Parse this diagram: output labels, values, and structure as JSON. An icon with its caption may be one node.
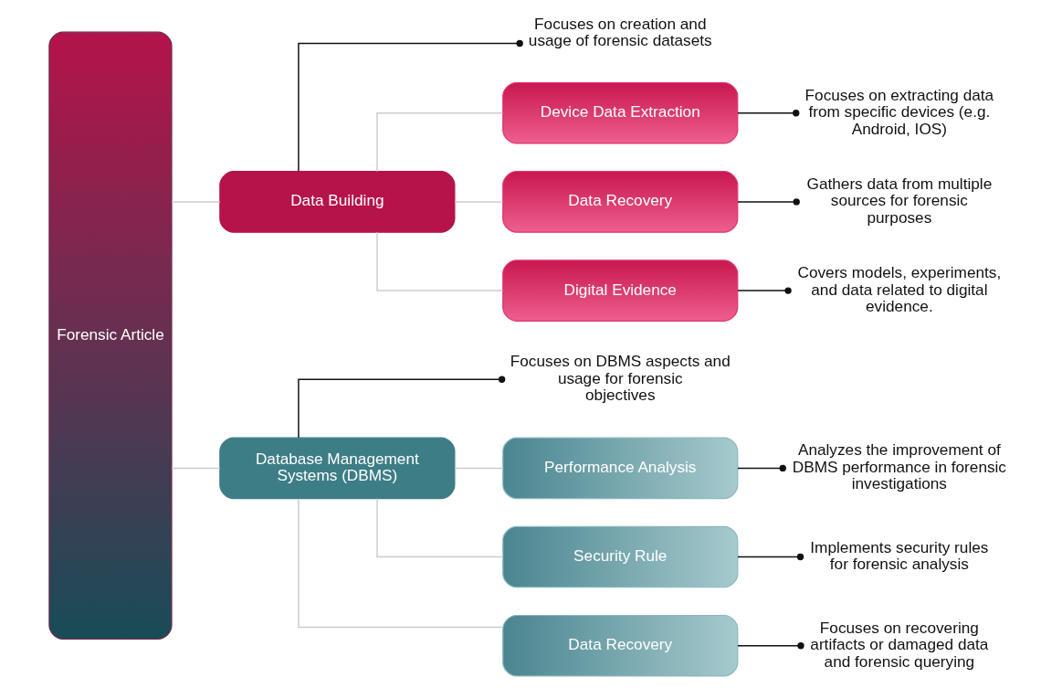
{
  "diagram": {
    "nodes": [
      {
        "text": [
          "Forensic Article"
        ]
      },
      {
        "text": [
          "Data Building"
        ]
      },
      {
        "text": [
          "Database Management Systems (DBMS)"
        ]
      },
      {
        "text": [
          "Focuses on creation and usage of forensic datasets"
        ]
      },
      {
        "text": [
          "Focuses on DBMS aspects and usage for forensic objectives"
        ]
      },
      {
        "text": [
          "Device Data Extraction"
        ]
      },
      {
        "text": [
          "Data Recovery"
        ]
      },
      {
        "text": [
          "Digital Evidence"
        ]
      },
      {
        "text": [
          "Performance Analysis"
        ]
      },
      {
        "text": [
          "Security Rule"
        ]
      },
      {
        "text": [
          "Data Recovery"
        ]
      },
      {
        "text": [
          "Focuses on extracting data from specific devices (e.g. Android, IOS)"
        ]
      },
      {
        "text": [
          "Gathers data from multiple sources for forensic purposes"
        ]
      },
      {
        "text": [
          "Covers models, experiments, and data related to digital evidence."
        ]
      },
      {
        "text": [
          "Analyzes the improvement of DBMS performance in forensic investigations"
        ]
      },
      {
        "text": [
          "Implements security rules for forensic analysis"
        ]
      },
      {
        "text": [
          "Focuses on recovering artifacts or damaged data and forensic querying"
        ]
      }
    ],
    "edges": [
      {
        "from": 0,
        "to": 1,
        "arrow": "none"
      },
      {
        "from": 0,
        "to": 2,
        "arrow": "none"
      },
      {
        "from": 1,
        "to": 3,
        "arrow": "other",
        "color": "#111111"
      },
      {
        "from": 2,
        "to": 4,
        "arrow": "other",
        "color": "#111111"
      },
      {
        "from": 1,
        "to": 5,
        "arrow": "none"
      },
      {
        "from": 1,
        "to": 6,
        "arrow": "none"
      },
      {
        "from": 1,
        "to": 7,
        "arrow": "none"
      },
      {
        "from": 2,
        "to": 8,
        "arrow": "none"
      },
      {
        "from": 2,
        "to": 9,
        "arrow": "none"
      },
      {
        "from": 2,
        "to": 10,
        "arrow": "none"
      },
      {
        "from": 5,
        "to": 11,
        "arrow": "other",
        "color": "#111111"
      },
      {
        "from": 6,
        "to": 12,
        "arrow": "other",
        "color": "#111111"
      },
      {
        "from": 7,
        "to": 13,
        "arrow": "other",
        "color": "#111111"
      },
      {
        "from": 8,
        "to": 14,
        "arrow": "other",
        "color": "#111111"
      },
      {
        "from": 9,
        "to": 15,
        "arrow": "other",
        "color": "#111111"
      },
      {
        "from": 10,
        "to": 16,
        "arrow": "other",
        "color": "#111111"
      }
    ]
  }
}
